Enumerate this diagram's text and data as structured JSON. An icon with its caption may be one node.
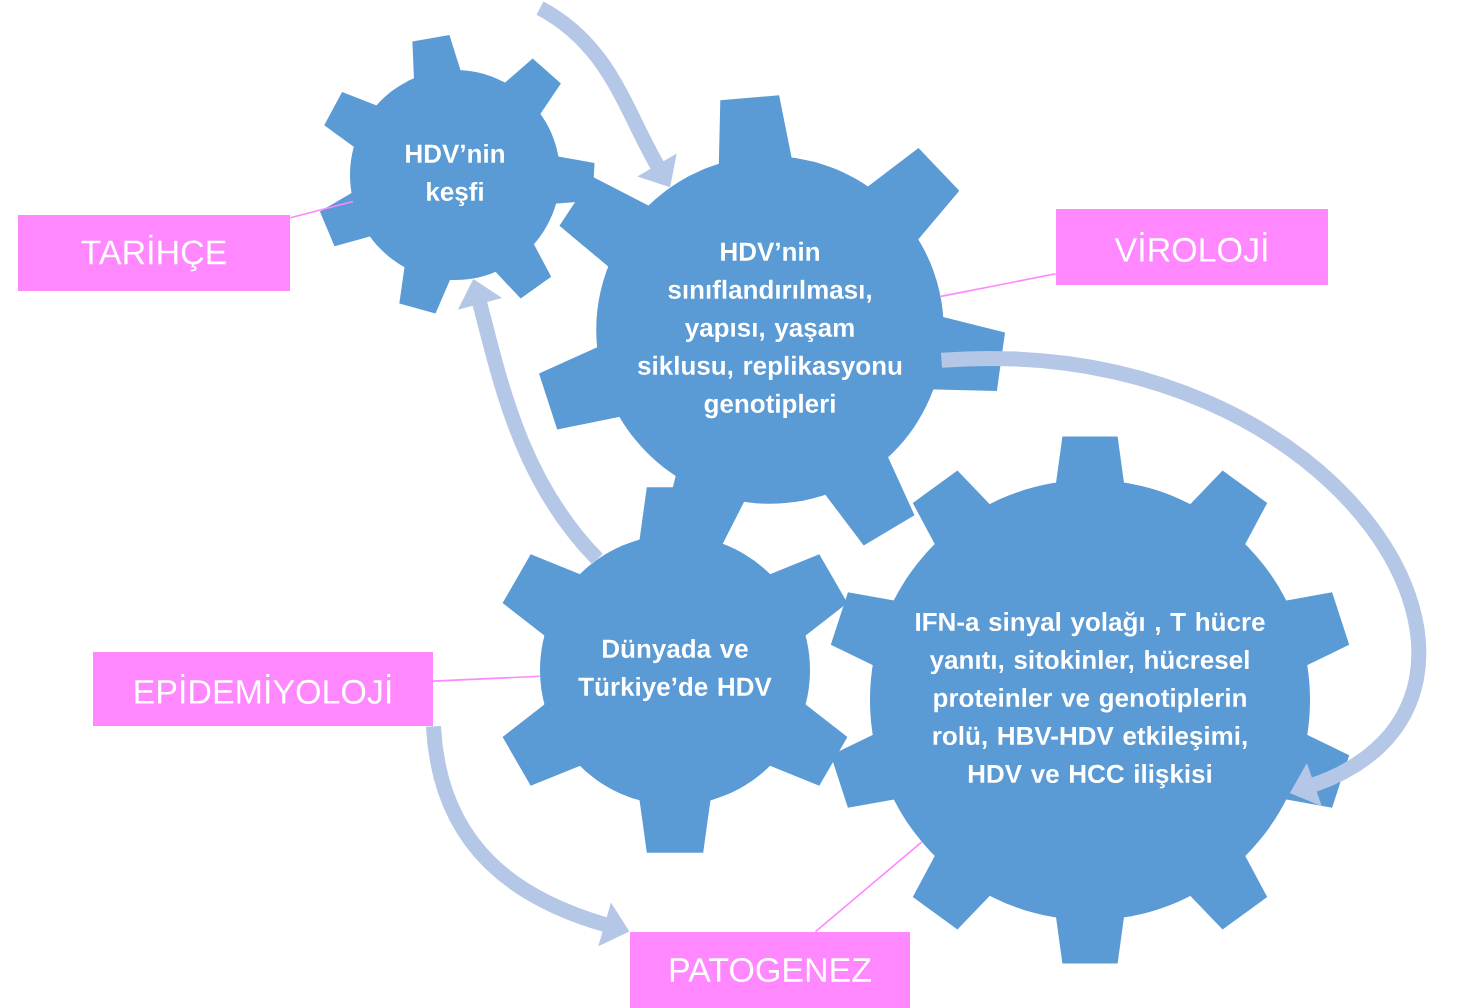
{
  "diagram": {
    "nodes": [
      {
        "text": [
          "TARİHÇE"
        ]
      },
      {
        "text": [
          "HDV’nin keşfi"
        ]
      },
      {
        "text": [
          "VİROLOJİ"
        ]
      },
      {
        "text": [
          "HDV’nin sınıflandırılması, yapısı, yaşam siklusu, replikasyonu genotipleri"
        ]
      },
      {
        "text": [
          "EPİDEMİYOLOJİ"
        ]
      },
      {
        "text": [
          "Dünyada ve Türkiye’de HDV"
        ]
      },
      {
        "text": [
          "PATOGENEZ"
        ]
      },
      {
        "text": [
          "IFN-a sinyal yolağı , T hücre yanıtı, sitokinler, hücresel proteinler ve genotiplerin rolü, HBV-HDV etkileşimi, HDV ve HCC ilişkisi"
        ]
      }
    ],
    "edges": [
      {
        "from": null,
        "to": 3,
        "arrow": "to",
        "style": "thick"
      },
      {
        "from": 5,
        "to": 1,
        "arrow": "to",
        "style": "thick"
      },
      {
        "from": 4,
        "to": 6,
        "arrow": "to",
        "style": "thick"
      },
      {
        "from": 3,
        "to": 7,
        "arrow": "to",
        "style": "thick"
      },
      {
        "from": 0,
        "to": 1,
        "arrow": "none",
        "color": "#ff88ff"
      },
      {
        "from": 2,
        "to": 3,
        "arrow": "none",
        "color": "#ff88ff"
      },
      {
        "from": 4,
        "to": 5,
        "arrow": "none",
        "color": "#ff88ff"
      },
      {
        "from": 6,
        "to": 7,
        "arrow": "none",
        "color": "#ff88ff"
      }
    ]
  }
}
